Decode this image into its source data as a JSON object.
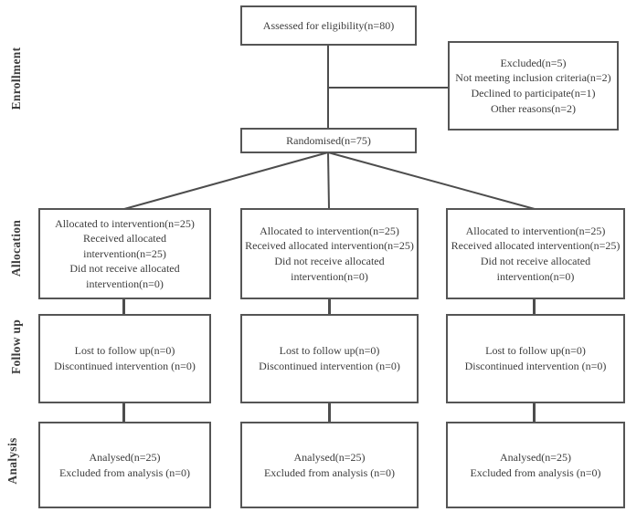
{
  "stage_labels": [
    "Enrollment",
    "Allocation",
    "Follow up",
    "Analysis"
  ],
  "enrollment": {
    "assessed": "Assessed for eligibility(n=80)",
    "excluded_lines": [
      "Excluded(n=5)",
      "Not meeting inclusion criteria(n=2)",
      "Declined to participate(n=1)",
      "Other reasons(n=2)"
    ],
    "randomised": "Randomised(n=75)"
  },
  "columns": [
    {
      "allocation": [
        "Allocated to intervention(n=25)",
        "Received allocated intervention(n=25)",
        "Did not receive allocated intervention(n=0)"
      ],
      "follow_up": [
        "Lost to follow up(n=0)",
        "Discontinued intervention (n=0)"
      ],
      "analysis": [
        "Analysed(n=25)",
        "Excluded from analysis (n=0)"
      ]
    },
    {
      "allocation": [
        "Allocated to intervention(n=25)",
        "Received allocated intervention(n=25)",
        "Did not receive allocated intervention(n=0)"
      ],
      "follow_up": [
        "Lost to follow up(n=0)",
        "Discontinued intervention (n=0)"
      ],
      "analysis": [
        "Analysed(n=25)",
        "Excluded from analysis (n=0)"
      ]
    },
    {
      "allocation": [
        "Allocated to intervention(n=25)",
        "Received allocated intervention(n=25)",
        "Did not receive allocated intervention(n=0)"
      ],
      "follow_up": [
        "Lost to follow up(n=0)",
        "Discontinued intervention (n=0)"
      ],
      "analysis": [
        "Analysed(n=25)",
        "Excluded from analysis (n=0)"
      ]
    }
  ],
  "colors": {
    "line": "#4d4d4d",
    "box_border": "#555555",
    "text": "#3c3c3c",
    "background": "#ffffff"
  }
}
